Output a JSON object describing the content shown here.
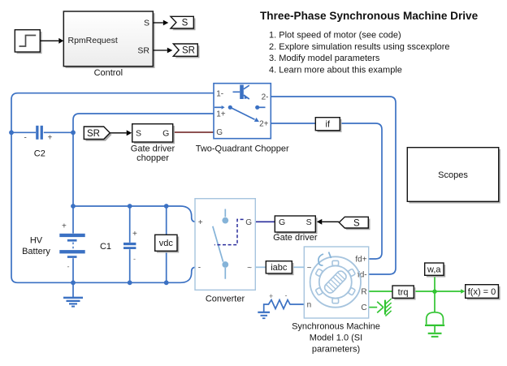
{
  "colors": {
    "blue": "#3b71c3",
    "light_blue": "#a6c4de",
    "icon_blue": "#85b3d8",
    "pale_blue": "#9cc3e2",
    "green": "#31c431",
    "maroon": "#7e3a39",
    "navy": "#2a2d9c",
    "shadow": "#a9a9a9"
  },
  "annotation": {
    "title": "Three-Phase Synchronous Machine Drive",
    "items": [
      "1. Plot speed of motor (see code)",
      "2. Explore simulation results using sscexplore",
      "3. Modify model parameters",
      "4. Learn more about this example"
    ]
  },
  "control": {
    "name": "Control",
    "in": "RpmRequest",
    "out1": "S",
    "out2": "SR"
  },
  "tags": {
    "s_out": "S",
    "sr_out": "SR",
    "sr_in": "SR",
    "s_in": "S",
    "if": "if",
    "vdc": "vdc",
    "iabc": "iabc",
    "trq": "trq",
    "wa": "w,a",
    "solver": "f(x) = 0"
  },
  "gate_driver_chopper": {
    "line1": "Gate driver",
    "line2": "chopper",
    "pl": "S",
    "pr": "G"
  },
  "gate_driver": {
    "label": "Gate driver",
    "pl": "G",
    "pr": "S"
  },
  "chopper": {
    "label": "Two-Quadrant Chopper",
    "p1m": "1-",
    "p1p": "1+",
    "pg": "G",
    "p2m": "2-",
    "p2p": "2+"
  },
  "scopes": {
    "label": "Scopes"
  },
  "converter": {
    "label": "Converter",
    "pp": "+",
    "pm": "-",
    "pg": "G",
    "pac": "~"
  },
  "machine": {
    "l1": "Synchronous Machine",
    "l2": "Model 1.0 (SI",
    "l3": "parameters)",
    "pac": "~",
    "pn": "n",
    "pfdp": "fd+",
    "pfdm": "fd-",
    "pr": "R",
    "pc": "C"
  },
  "battery": {
    "l1": "HV",
    "l2": "Battery",
    "plus": "+",
    "minus": "-"
  },
  "c1": {
    "label": "C1",
    "plus": "+",
    "minus": "-"
  },
  "c2": {
    "label": "C2",
    "plus": "+",
    "minus": "-"
  },
  "resistor": {
    "plus": "+",
    "minus": "-"
  }
}
